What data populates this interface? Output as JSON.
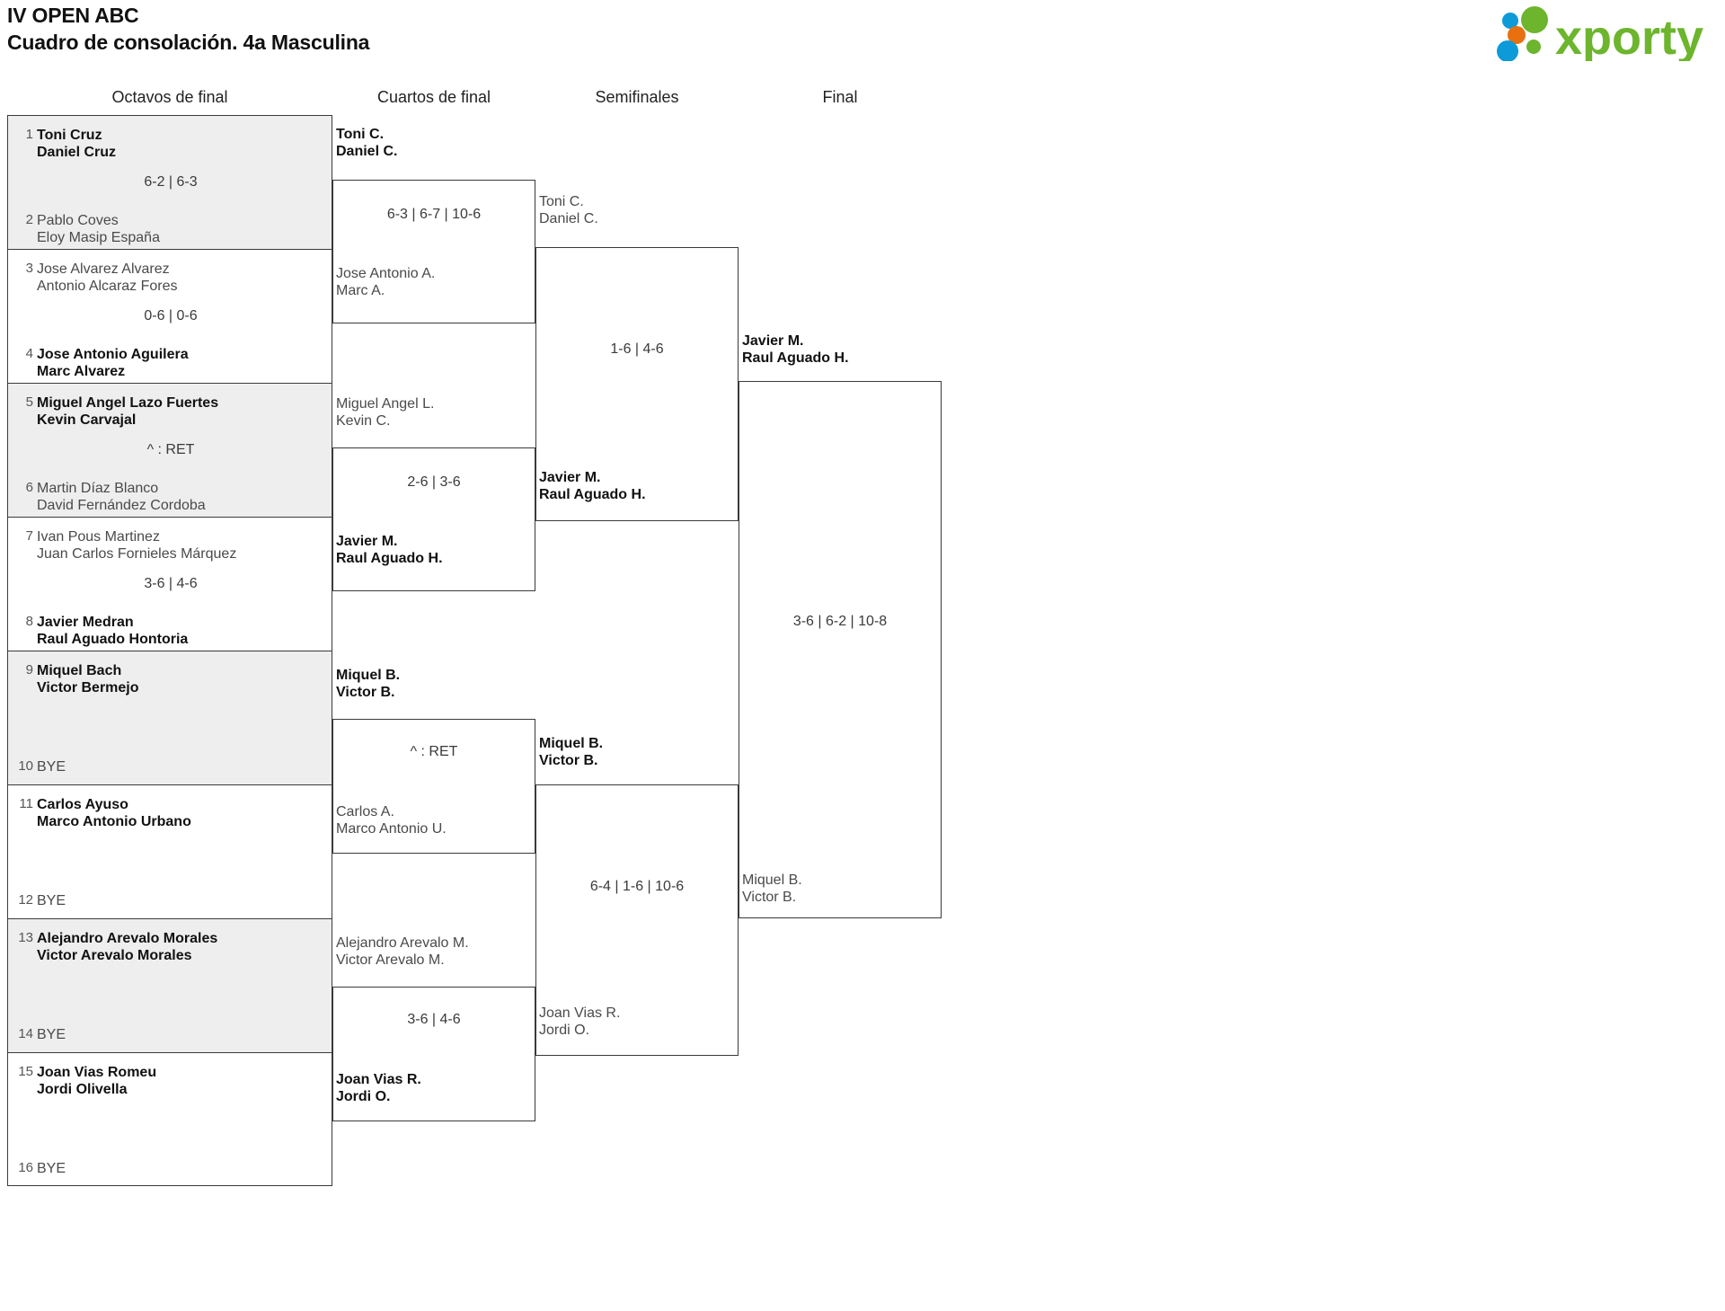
{
  "header": {
    "tournament": "IV OPEN ABC",
    "draw": "Cuadro de consolación. 4a Masculina",
    "logo_text": "xporty",
    "logo_colors": {
      "green": "#6cb52d",
      "orange": "#e8700f",
      "blue": "#0d9ad8"
    }
  },
  "rounds": [
    {
      "id": "octavos",
      "label": "Octavos de final"
    },
    {
      "id": "cuartos",
      "label": "Cuartos de final"
    },
    {
      "id": "semifinales",
      "label": "Semifinales"
    },
    {
      "id": "final",
      "label": "Final"
    }
  ],
  "bye_label": "BYE",
  "round1": [
    {
      "top": {
        "seed": "1",
        "line1": "Toni Cruz",
        "line2": "Daniel Cruz",
        "result": "winner"
      },
      "bottom": {
        "seed": "2",
        "line1": "Pablo Coves",
        "line2": "Eloy Masip España",
        "result": "loser"
      },
      "score": "6-2 | 6-3",
      "shaded": true
    },
    {
      "top": {
        "seed": "3",
        "line1": "Jose Alvarez Alvarez",
        "line2": "Antonio Alcaraz Fores",
        "result": "loser"
      },
      "bottom": {
        "seed": "4",
        "line1": "Jose Antonio Aguilera",
        "line2": "Marc Alvarez",
        "result": "winner"
      },
      "score": "0-6 | 0-6",
      "shaded": false
    },
    {
      "top": {
        "seed": "5",
        "line1": "Miguel Angel Lazo Fuertes",
        "line2": "Kevin Carvajal",
        "result": "winner"
      },
      "bottom": {
        "seed": "6",
        "line1": "Martin Díaz Blanco",
        "line2": "David Fernández Cordoba",
        "result": "loser"
      },
      "score": "^ : RET",
      "shaded": true
    },
    {
      "top": {
        "seed": "7",
        "line1": "Ivan Pous Martinez",
        "line2": "Juan Carlos Fornieles Márquez",
        "result": "loser"
      },
      "bottom": {
        "seed": "8",
        "line1": "Javier Medran",
        "line2": "Raul Aguado Hontoria",
        "result": "winner"
      },
      "score": "3-6 | 4-6",
      "shaded": false
    },
    {
      "top": {
        "seed": "9",
        "line1": "Miquel Bach",
        "line2": "Victor Bermejo",
        "result": "winner"
      },
      "bottom": {
        "seed": "10",
        "line1": "BYE",
        "line2": "",
        "result": "bye"
      },
      "score": "",
      "shaded": true
    },
    {
      "top": {
        "seed": "11",
        "line1": "Carlos Ayuso",
        "line2": "Marco Antonio Urbano",
        "result": "winner"
      },
      "bottom": {
        "seed": "12",
        "line1": "BYE",
        "line2": "",
        "result": "bye"
      },
      "score": "",
      "shaded": false
    },
    {
      "top": {
        "seed": "13",
        "line1": "Alejandro Arevalo Morales",
        "line2": "Victor Arevalo Morales",
        "result": "winner"
      },
      "bottom": {
        "seed": "14",
        "line1": "BYE",
        "line2": "",
        "result": "bye"
      },
      "score": "",
      "shaded": true
    },
    {
      "top": {
        "seed": "15",
        "line1": "Joan Vias Romeu",
        "line2": "Jordi Olivella",
        "result": "winner"
      },
      "bottom": {
        "seed": "16",
        "line1": "BYE",
        "line2": "",
        "result": "bye"
      },
      "score": "",
      "shaded": false
    }
  ],
  "round2": [
    {
      "top": {
        "line1": "Toni C.",
        "line2": "Daniel C.",
        "result": "winner"
      },
      "bottom": {
        "line1": "Jose Antonio A.",
        "line2": "Marc A.",
        "result": "loser"
      },
      "score": "6-3 | 6-7 | 10-6"
    },
    {
      "top": {
        "line1": "Miguel Angel L.",
        "line2": "Kevin C.",
        "result": "loser"
      },
      "bottom": {
        "line1": "Javier M.",
        "line2": "Raul Aguado H.",
        "result": "winner"
      },
      "score": "2-6 | 3-6"
    },
    {
      "top": {
        "line1": "Miquel B.",
        "line2": "Victor B.",
        "result": "winner"
      },
      "bottom": {
        "line1": "Carlos A.",
        "line2": "Marco Antonio U.",
        "result": "loser"
      },
      "score": "^ : RET"
    },
    {
      "top": {
        "line1": "Alejandro Arevalo M.",
        "line2": "Victor Arevalo M.",
        "result": "loser"
      },
      "bottom": {
        "line1": "Joan Vias R.",
        "line2": "Jordi O.",
        "result": "winner"
      },
      "score": "3-6 | 4-6"
    }
  ],
  "round3": [
    {
      "top": {
        "line1": "Toni C.",
        "line2": "Daniel C.",
        "result": "loser"
      },
      "bottom": {
        "line1": "Javier M.",
        "line2": "Raul Aguado H.",
        "result": "winner"
      },
      "score": "1-6 | 4-6"
    },
    {
      "top": {
        "line1": "Miquel B.",
        "line2": "Victor B.",
        "result": "winner"
      },
      "bottom": {
        "line1": "Joan Vias R.",
        "line2": "Jordi O.",
        "result": "loser"
      },
      "score": "6-4 | 1-6 | 10-6"
    }
  ],
  "round4": [
    {
      "top": {
        "line1": "Javier M.",
        "line2": "Raul Aguado H.",
        "result": "winner"
      },
      "bottom": {
        "line1": "Miquel B.",
        "line2": "Victor B.",
        "result": "loser"
      },
      "score": "3-6 | 6-2 | 10-8"
    }
  ]
}
